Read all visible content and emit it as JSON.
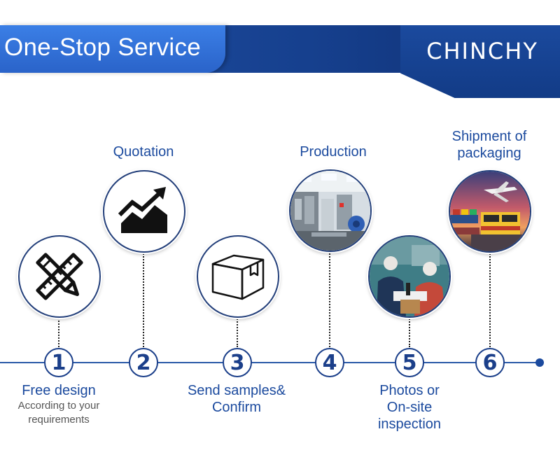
{
  "header": {
    "title": "One-Stop Service",
    "brand": "CHINCHY"
  },
  "steps": [
    {
      "number": "1",
      "label": "Free design",
      "sublabel_line1": "According to your",
      "sublabel_line2": "requirements",
      "icon": "pencil-ruler-icon"
    },
    {
      "number": "2",
      "label": "Quotation",
      "icon": "trend-chart-icon"
    },
    {
      "number": "3",
      "label_line1": "Send samples&",
      "label_line2": "Confirm",
      "icon": "box-icon"
    },
    {
      "number": "4",
      "label": "Production",
      "icon": "factory-photo"
    },
    {
      "number": "5",
      "label_line1": "Photos or",
      "label_line2": "On-site",
      "label_line3": "inspection",
      "icon": "inspection-photo"
    },
    {
      "number": "6",
      "label_line1": "Shipment of",
      "label_line2": "packaging",
      "icon": "shipping-photo"
    }
  ],
  "colors": {
    "primary": "#1b4a9e",
    "header_tab": "#2a63c9",
    "number": "#1b3f8a"
  }
}
